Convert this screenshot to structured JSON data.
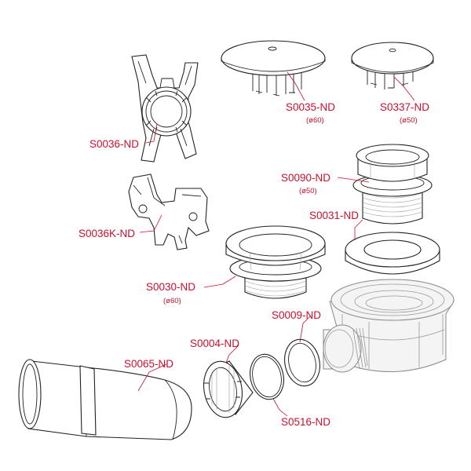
{
  "parts": [
    {
      "code": "S0036-ND",
      "size": ""
    },
    {
      "code": "S0036K-ND",
      "size": ""
    },
    {
      "code": "S0035-ND",
      "size": "(ø60)"
    },
    {
      "code": "S0337-ND",
      "size": "(ø50)"
    },
    {
      "code": "S0090-ND",
      "size": "(ø50)"
    },
    {
      "code": "S0031-ND",
      "size": ""
    },
    {
      "code": "S0030-ND",
      "size": "(ø60)"
    },
    {
      "code": "S0009-ND",
      "size": ""
    },
    {
      "code": "S0004-ND",
      "size": ""
    },
    {
      "code": "S0065-ND",
      "size": ""
    },
    {
      "code": "S0516-ND",
      "size": ""
    }
  ],
  "colors": {
    "label": "#c8102e",
    "outline": "#222222",
    "housing": "#888888"
  }
}
